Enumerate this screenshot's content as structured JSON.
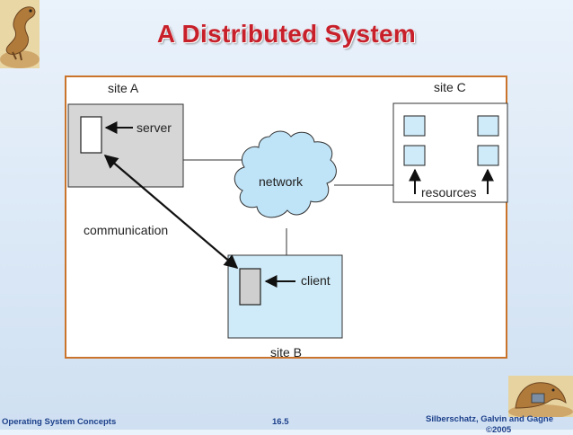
{
  "slide": {
    "title": "A Distributed System",
    "title_color": "#c8202a"
  },
  "diagram": {
    "site_a_label": "site A",
    "site_b_label": "site B",
    "site_c_label": "site C",
    "server_label": "server",
    "client_label": "client",
    "network_label": "network",
    "resources_label": "resources",
    "communication_label": "communication",
    "colors": {
      "frame_border": "#c9742a",
      "site_a_fill": "#d6d6d6",
      "site_b_fill": "#cfeaf8",
      "network_fill": "#bfe3f7",
      "resource_fill": "#cfeaf8"
    }
  },
  "footer": {
    "left": "Operating System Concepts",
    "center": "16.5",
    "right_line1": "Silberschatz, Galvin and Gagne",
    "right_line2": "©2005"
  },
  "icons": {
    "top_left": "dinosaur-mascot-icon",
    "bottom_right": "dinosaur-mascot-icon"
  }
}
